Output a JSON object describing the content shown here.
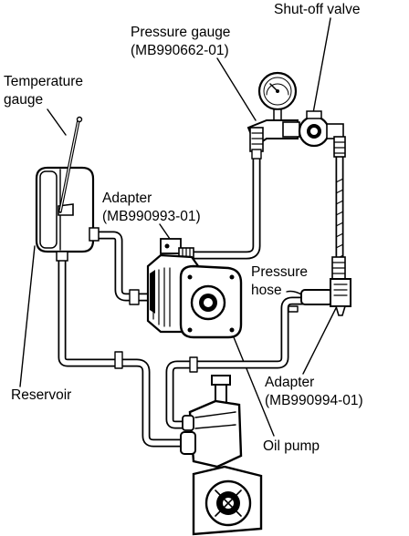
{
  "labels": {
    "shut_off_valve": "Shut-off valve",
    "pressure_gauge_line1": "Pressure gauge",
    "pressure_gauge_line2": "(MB990662-01)",
    "temperature_gauge_line1": "Temperature",
    "temperature_gauge_line2": "gauge",
    "adapter_top_line1": "Adapter",
    "adapter_top_line2": "(MB990993-01)",
    "pressure_hose_line1": "Pressure",
    "pressure_hose_line2": "hose",
    "reservoir": "Reservoir",
    "adapter_bottom_line1": "Adapter",
    "adapter_bottom_line2": "(MB990994-01)",
    "oil_pump": "Oil pump"
  }
}
